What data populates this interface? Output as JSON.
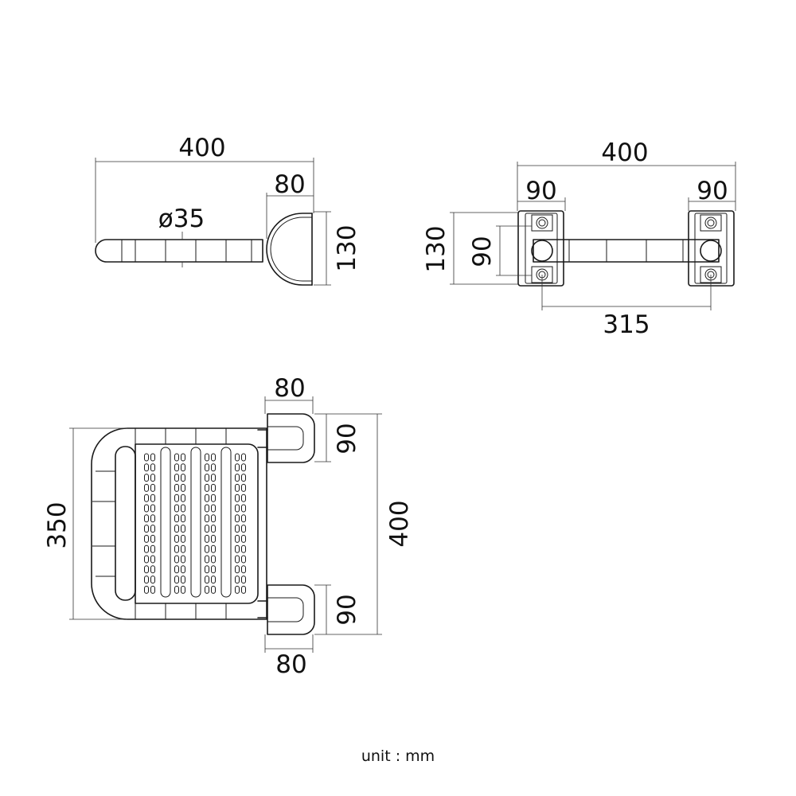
{
  "side_view": {
    "width": "400",
    "hinge_depth": "80",
    "tube_diameter": "ø35",
    "height": "130"
  },
  "front_view": {
    "width": "400",
    "left_bracket": "90",
    "right_bracket": "90",
    "height": "130",
    "bracket_inner": "90",
    "hole_spacing": "315"
  },
  "top_view": {
    "bracket_top_width": "80",
    "bracket_top_height": "90",
    "seat_depth": "350",
    "overall_length": "400",
    "bracket_bottom_height": "90",
    "bracket_bottom_width": "80"
  },
  "unit_label": "unit : mm"
}
